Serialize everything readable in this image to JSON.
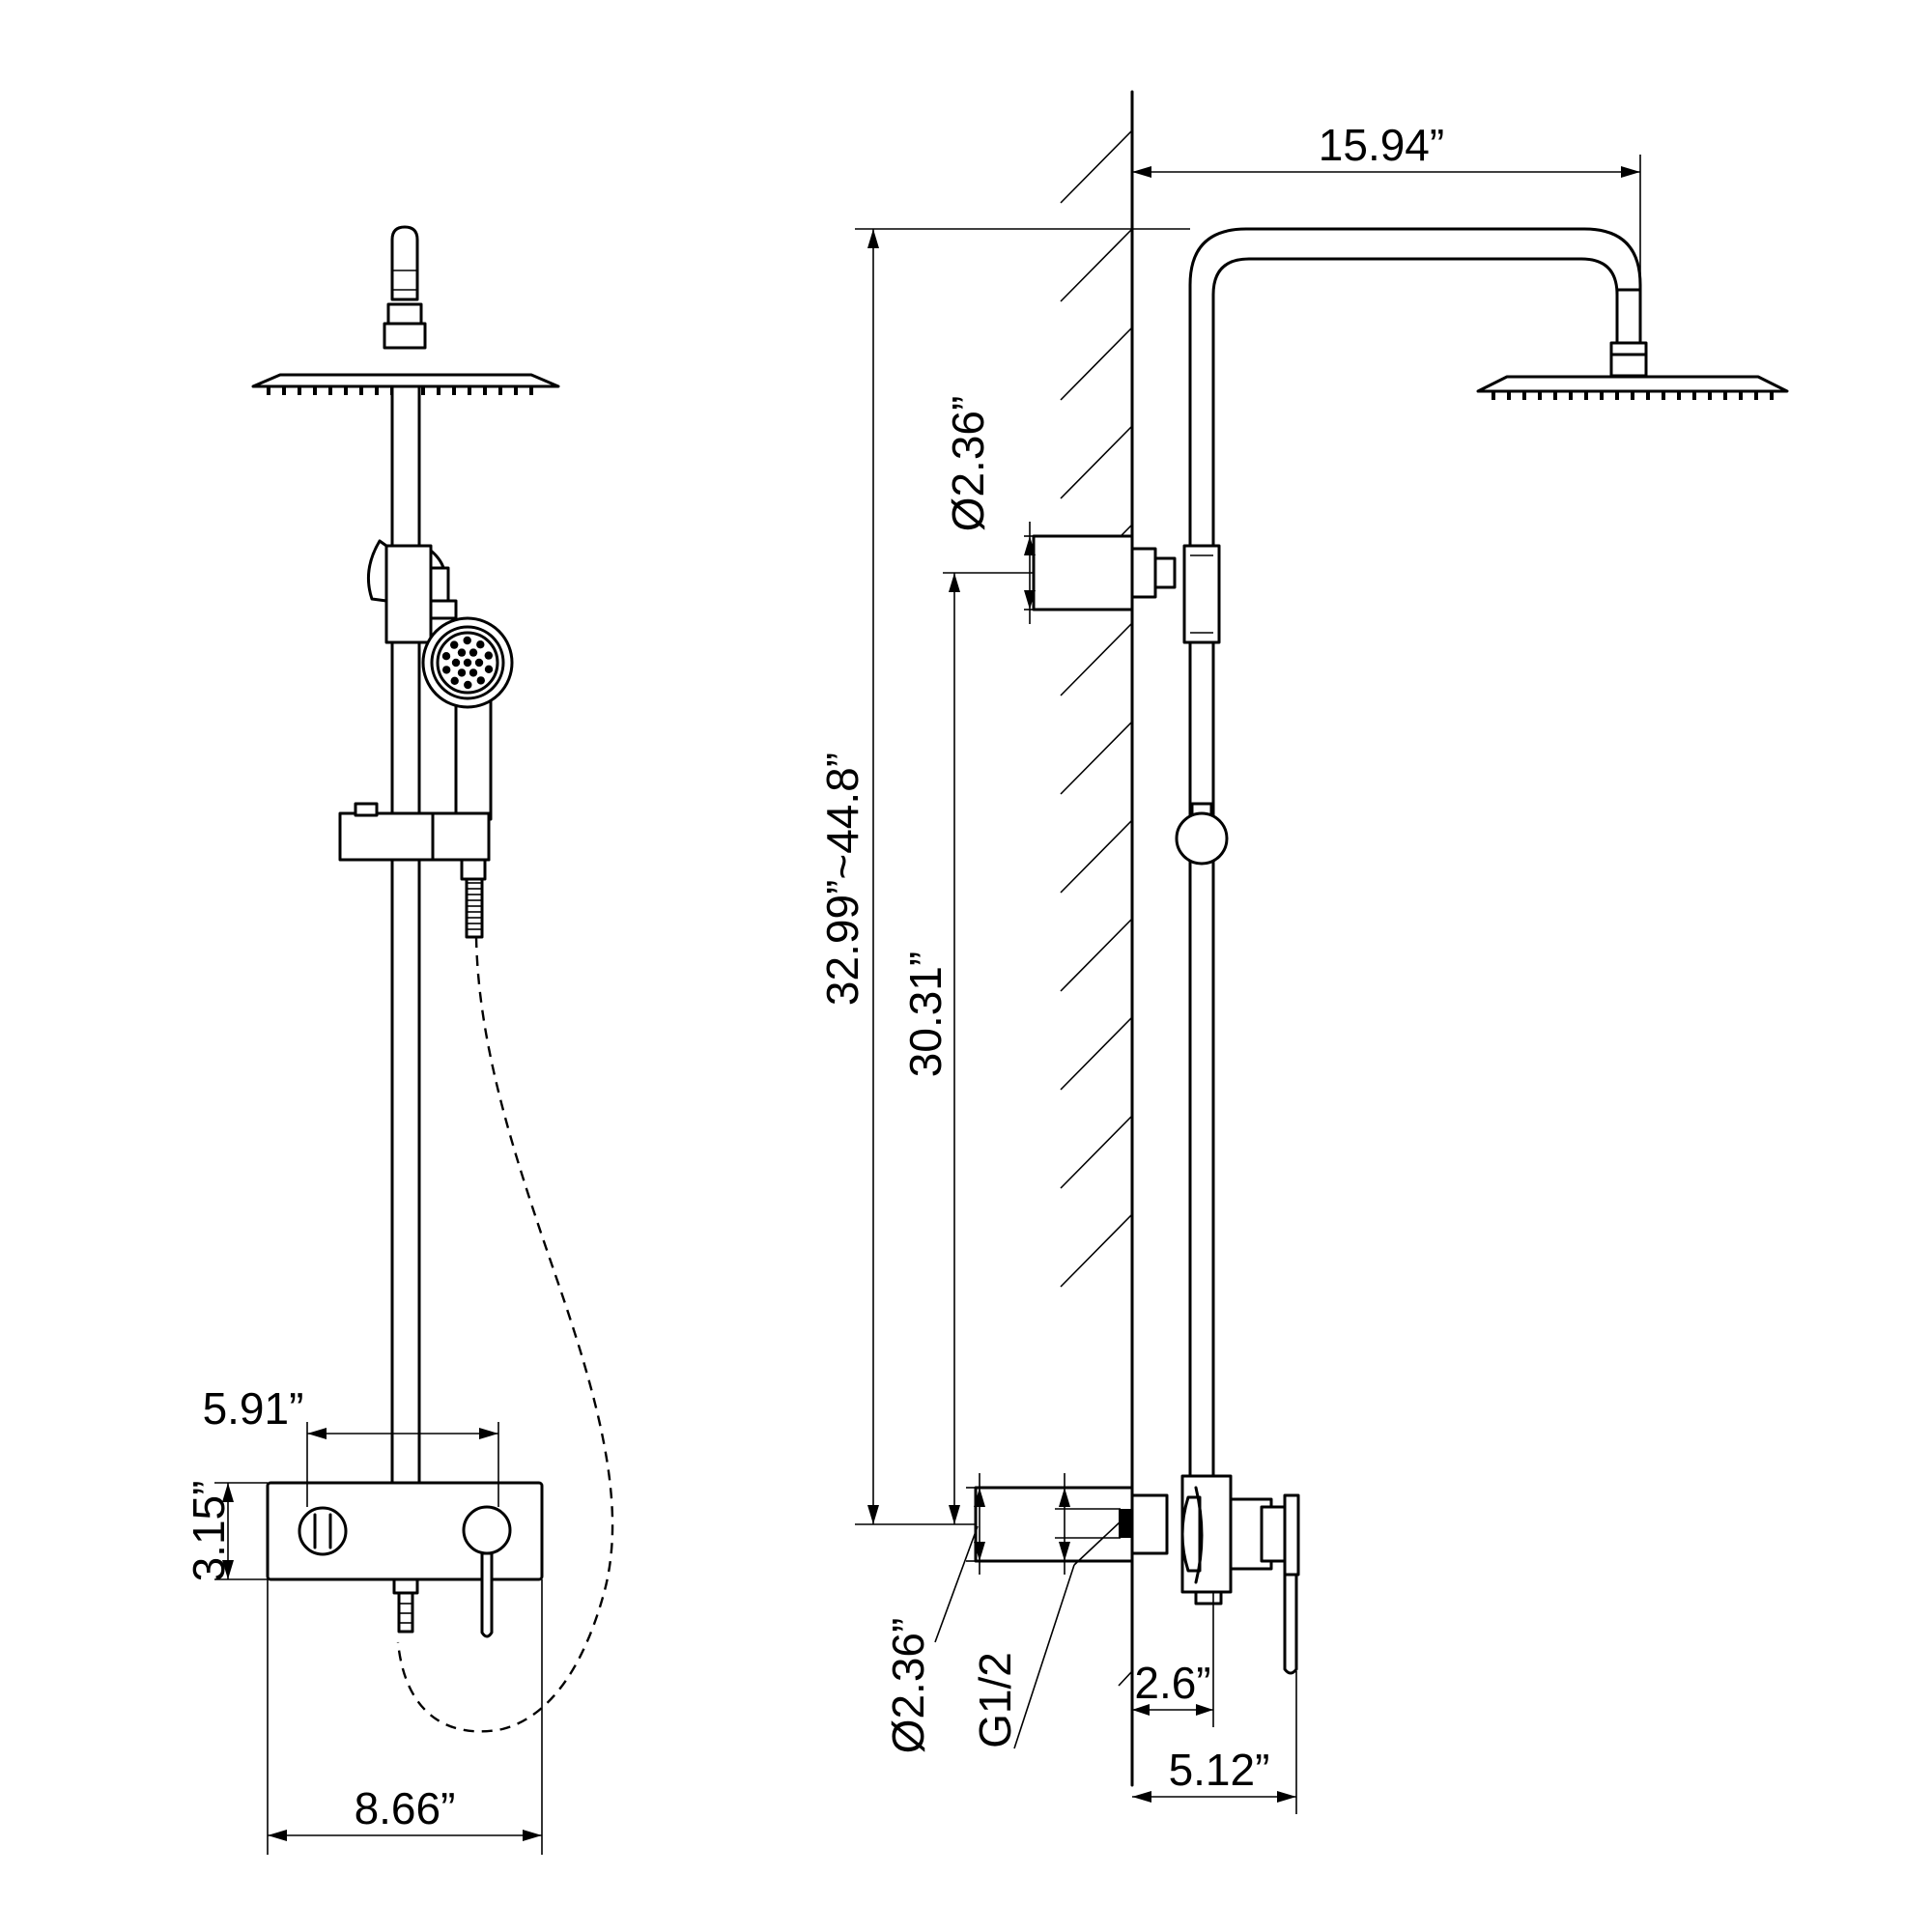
{
  "dimensions": {
    "front_bar_width": "8.66”",
    "front_valve_spacing": "5.91”",
    "front_panel_height": "3.15”",
    "side_arm_reach": "15.94”",
    "side_total_height": "32.99”~44.8”",
    "side_bracket_spacing": "30.31”",
    "side_upper_bracket_diameter": "Ø2.36”",
    "side_lower_bracket_diameter": "Ø2.36”",
    "side_thread": "G1/2",
    "side_wall_to_pipe": "2.6”",
    "side_wall_to_handle": "5.12”"
  }
}
